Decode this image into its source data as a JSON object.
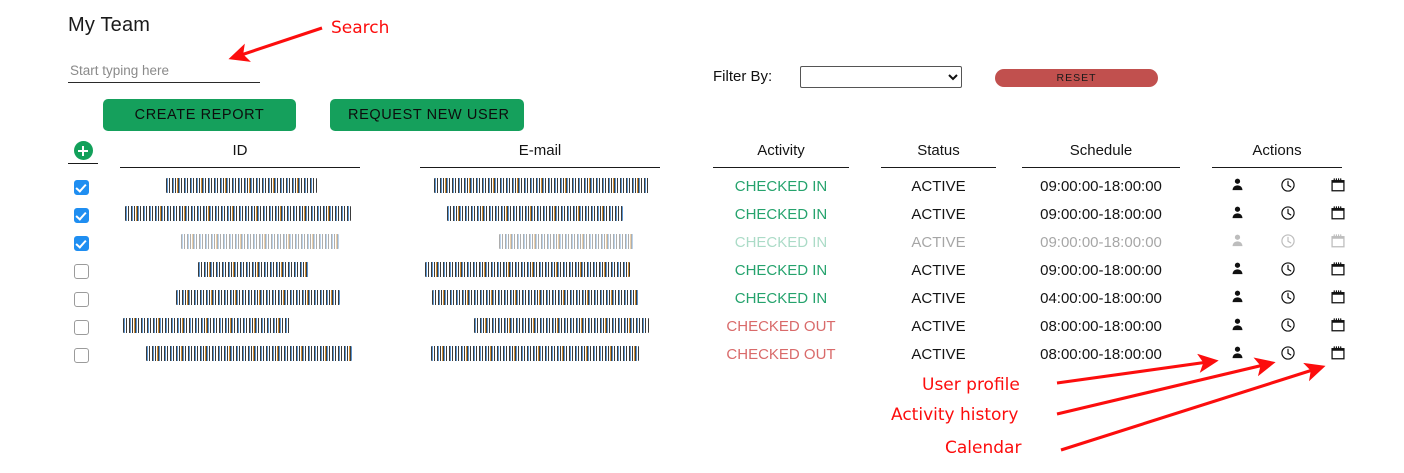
{
  "header": {
    "title": "My Team"
  },
  "search": {
    "placeholder": "Start typing here",
    "value": ""
  },
  "toolbar": {
    "create_report_label": "CREATE REPORT",
    "request_new_user_label": "REQUEST NEW USER",
    "filter_label": "Filter By:",
    "filter_selected": "",
    "filter_options": [
      ""
    ],
    "reset_label": "RESET",
    "add_row_icon": "plus-icon"
  },
  "table": {
    "columns": [
      "ID",
      "E-mail",
      "Activity",
      "Status",
      "Schedule",
      "Actions"
    ],
    "action_icons": [
      "user-profile-icon",
      "activity-history-icon",
      "calendar-icon"
    ],
    "rows": [
      {
        "checked": true,
        "id": "",
        "email": "",
        "activity": "CHECKED IN",
        "status": "ACTIVE",
        "schedule": "09:00:00-18:00:00",
        "disabled": false
      },
      {
        "checked": true,
        "id": "",
        "email": "",
        "activity": "CHECKED IN",
        "status": "ACTIVE",
        "schedule": "09:00:00-18:00:00",
        "disabled": false
      },
      {
        "checked": true,
        "id": "",
        "email": "",
        "activity": "CHECKED IN",
        "status": "ACTIVE",
        "schedule": "09:00:00-18:00:00",
        "disabled": true
      },
      {
        "checked": false,
        "id": "",
        "email": "",
        "activity": "CHECKED IN",
        "status": "ACTIVE",
        "schedule": "09:00:00-18:00:00",
        "disabled": false
      },
      {
        "checked": false,
        "id": "",
        "email": "",
        "activity": "CHECKED IN",
        "status": "ACTIVE",
        "schedule": "04:00:00-18:00:00",
        "disabled": false
      },
      {
        "checked": false,
        "id": "",
        "email": "",
        "activity": "CHECKED OUT",
        "status": "ACTIVE",
        "schedule": "08:00:00-18:00:00",
        "disabled": false
      },
      {
        "checked": false,
        "id": "",
        "email": "",
        "activity": "CHECKED OUT",
        "status": "ACTIVE",
        "schedule": "08:00:00-18:00:00",
        "disabled": false
      }
    ]
  },
  "annotations": {
    "color": "#fc0d0d",
    "items": [
      {
        "label": "Search"
      },
      {
        "label": "User profile"
      },
      {
        "label": "Activity history"
      },
      {
        "label": "Calendar"
      }
    ]
  },
  "colors": {
    "green_button": "#15a05c",
    "reset_button": "#c1504e",
    "checkbox_on": "#1f8ef1",
    "checked_in": "#25a36d",
    "checked_out": "#d96a6a",
    "annotation_red": "#fc0d0d"
  }
}
